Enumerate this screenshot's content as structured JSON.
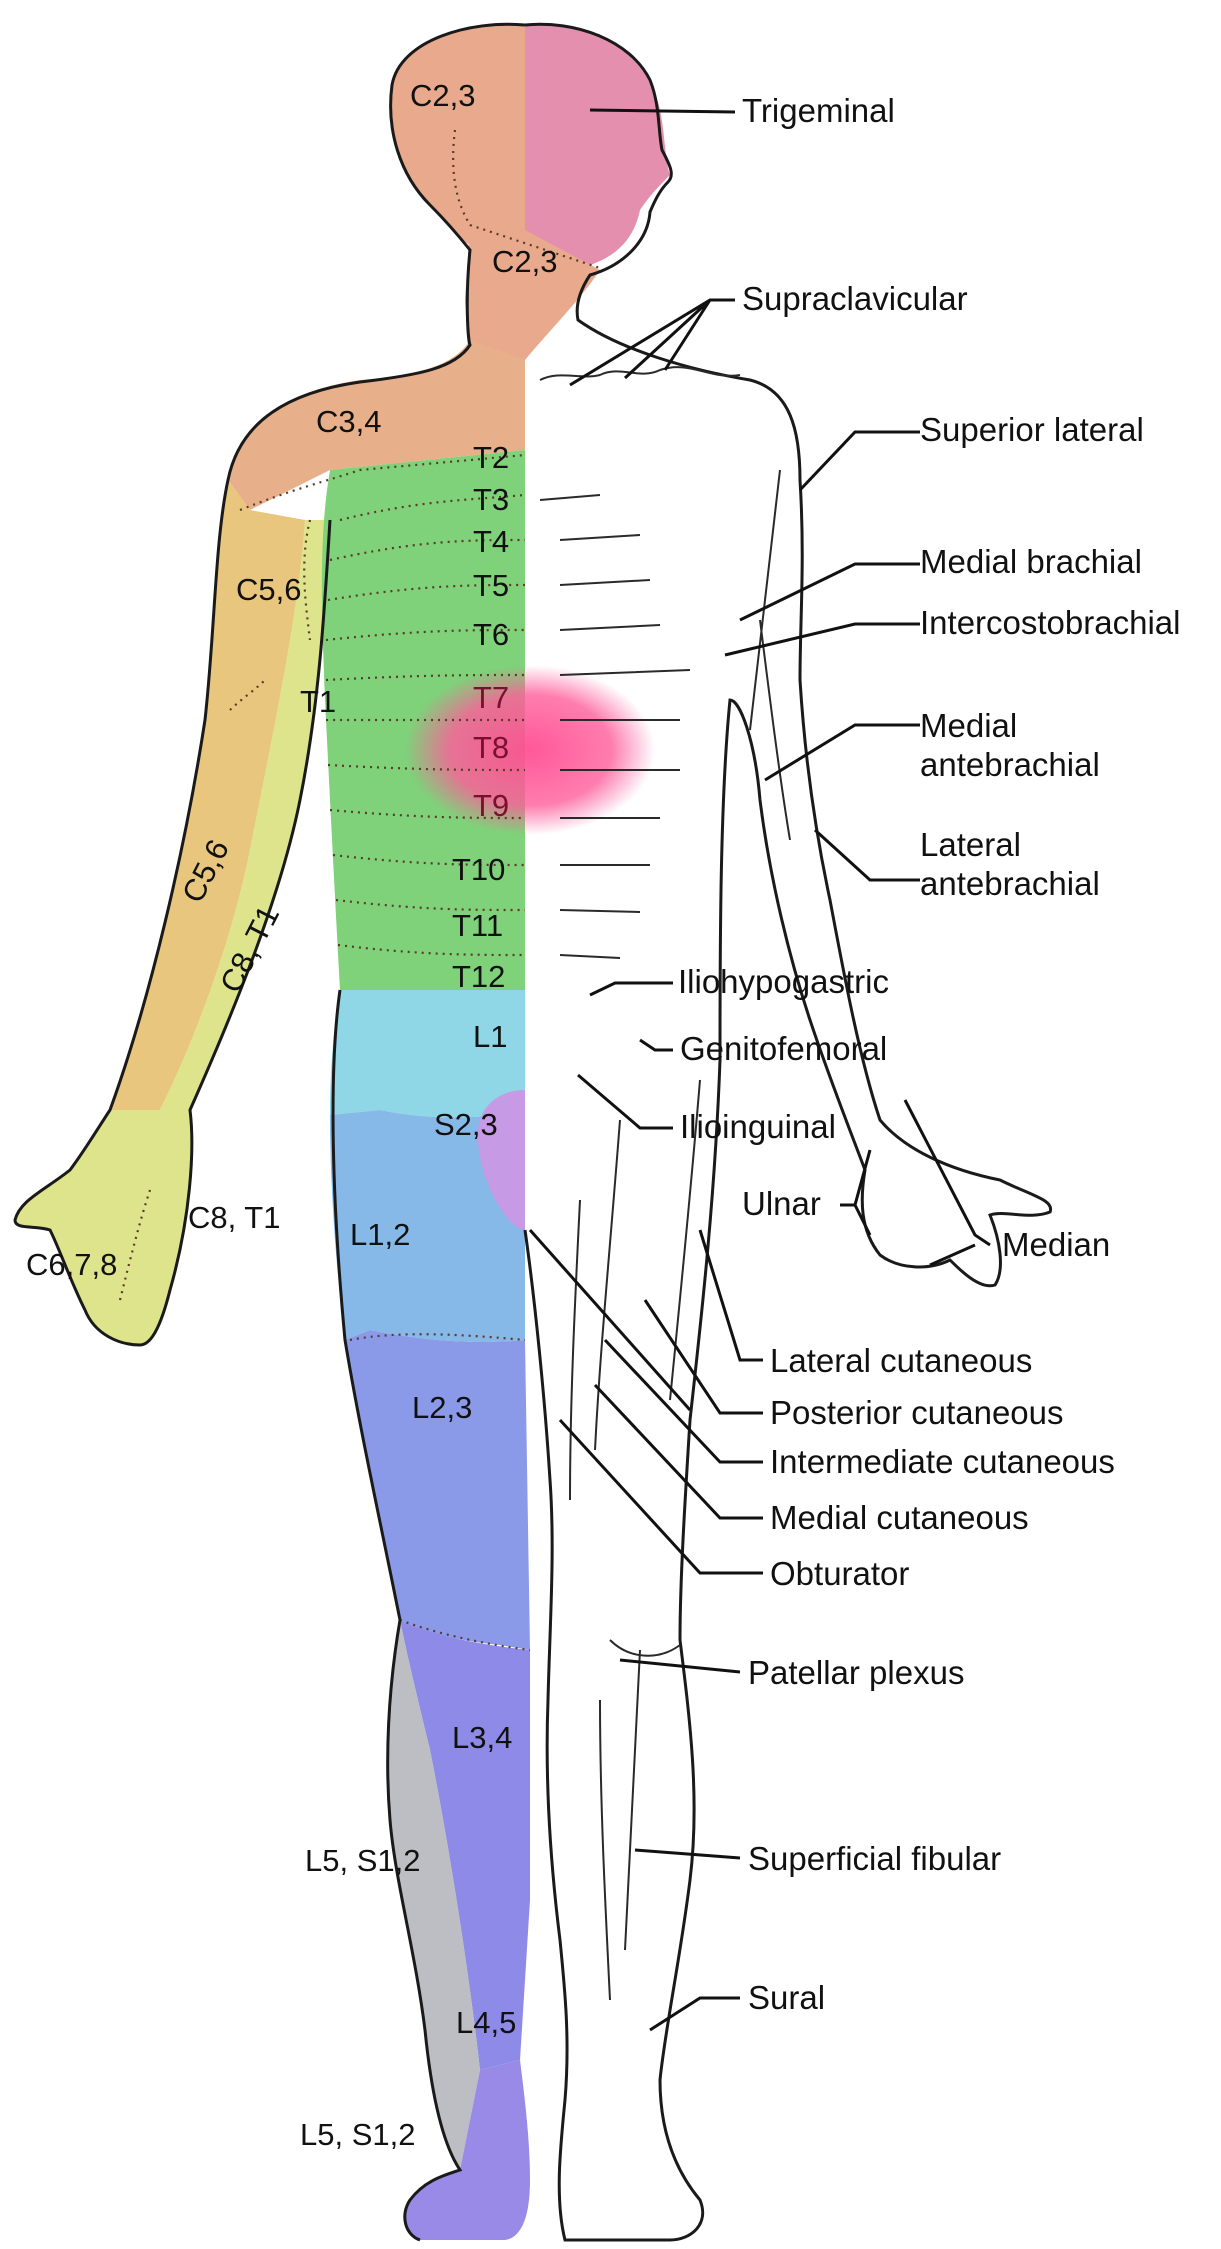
{
  "colors": {
    "trigeminal": "#e48fad",
    "cervical_upper": "#e8a98c",
    "c34": "#e8b08a",
    "c56": "#e8c67e",
    "c8t1": "#dde48c",
    "thoracic": "#7fd27a",
    "lumbar1": "#8fd6e6",
    "l12": "#86b8e8",
    "l23": "#8a9ae8",
    "l34": "#8e8ae8",
    "l45": "#9a8ae8",
    "l5s12": "#bdbdc4",
    "sacral": "#c79ae6",
    "pain_area": "#ff5c9a",
    "line": "#111111"
  },
  "dermatomes": {
    "c23_scalp": "C2,3",
    "c23_neck": "C2,3",
    "c34": "C3,4",
    "c56_shoulder": "C5,6",
    "t1": "T1",
    "c56_arm": "C5,6",
    "c8t1_arm": "C8, T1",
    "c8t1_hand": "C8, T1",
    "c678": "C6,7,8",
    "t2": "T2",
    "t3": "T3",
    "t4": "T4",
    "t5": "T5",
    "t6": "T6",
    "t7": "T7",
    "t8": "T8",
    "t9": "T9",
    "t10": "T10",
    "t11": "T11",
    "t12": "T12",
    "l1": "L1",
    "s23": "S2,3",
    "l12": "L1,2",
    "l23": "L2,3",
    "l34": "L3,4",
    "l5s12_upper": "L5, S1,2",
    "l45": "L4,5",
    "l5s12_lower": "L5, S1,2"
  },
  "nerves": {
    "trigeminal": "Trigeminal",
    "supraclavicular": "Supraclavicular",
    "superior_lateral": "Superior lateral",
    "medial_brachial": "Medial brachial",
    "intercostobrachial": "Intercostobrachial",
    "medial_antebrachial_1": "Medial",
    "medial_antebrachial_2": "antebrachial",
    "lateral_antebrachial_1": "Lateral",
    "lateral_antebrachial_2": "antebrachial",
    "iliohypogastric": "Iliohypogastric",
    "genitofemoral": "Genitofemoral",
    "ilioinguinal": "Ilioinguinal",
    "ulnar": "Ulnar",
    "median": "Median",
    "lateral_cutaneous": "Lateral cutaneous",
    "posterior_cutaneous": "Posterior cutaneous",
    "intermediate_cutaneous": "Intermediate cutaneous",
    "medial_cutaneous": "Medial cutaneous",
    "obturator": "Obturator",
    "patellar_plexus": "Patellar plexus",
    "superficial_fibular": "Superficial fibular",
    "sural": "Sural"
  }
}
